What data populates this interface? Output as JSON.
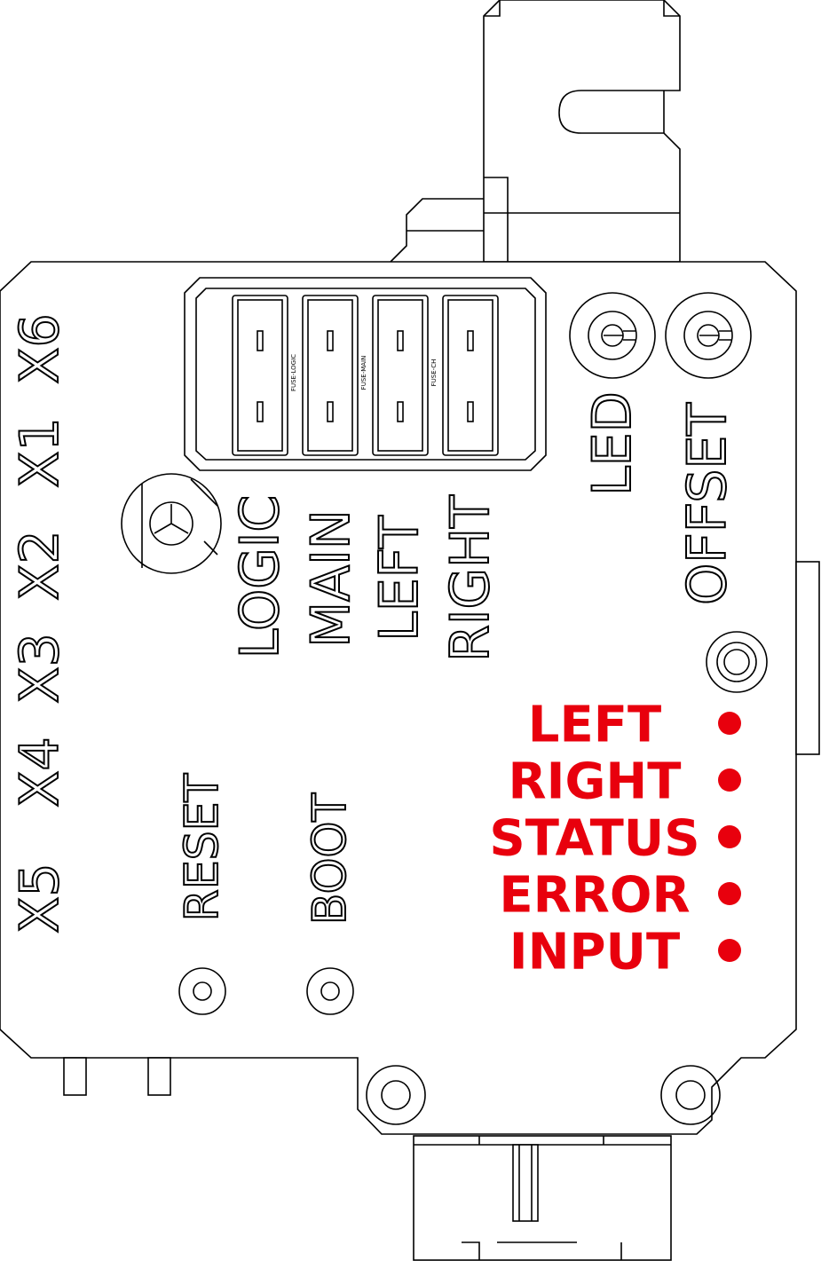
{
  "connectors": [
    "X6",
    "X1",
    "X2",
    "X3",
    "X4",
    "X5"
  ],
  "fuses": [
    "FUSE-LOGIC",
    "FUSE-MAIN",
    "FUSE-CH"
  ],
  "fuse_labels": [
    "LOGIC",
    "MAIN",
    "LEFT",
    "RIGHT"
  ],
  "trimmers": [
    "LED",
    "OFFSET"
  ],
  "buttons": [
    "RESET",
    "BOOT"
  ],
  "indicators": [
    "LEFT",
    "RIGHT",
    "STATUS",
    "ERROR",
    "INPUT"
  ],
  "colors": {
    "indicator": "#e8000d",
    "outline": "#000000",
    "background": "#ffffff"
  }
}
